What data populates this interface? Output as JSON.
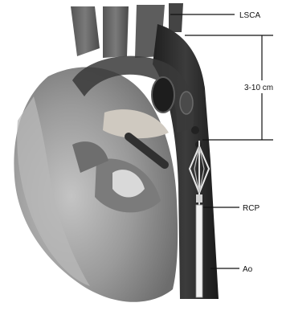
{
  "figure": {
    "labels": {
      "lsca": "LSCA",
      "distance": "3-10 cm",
      "rcp": "RCP",
      "ao": "Ao"
    }
  },
  "colors": {
    "background": "#ffffff",
    "heart_fill": "#8f8f8f",
    "heart_highlight": "#b5b5b5",
    "aorta_dark": "#2f2f2f",
    "vessel_mid": "#6a6a6a",
    "annotation_line": "#111111"
  }
}
